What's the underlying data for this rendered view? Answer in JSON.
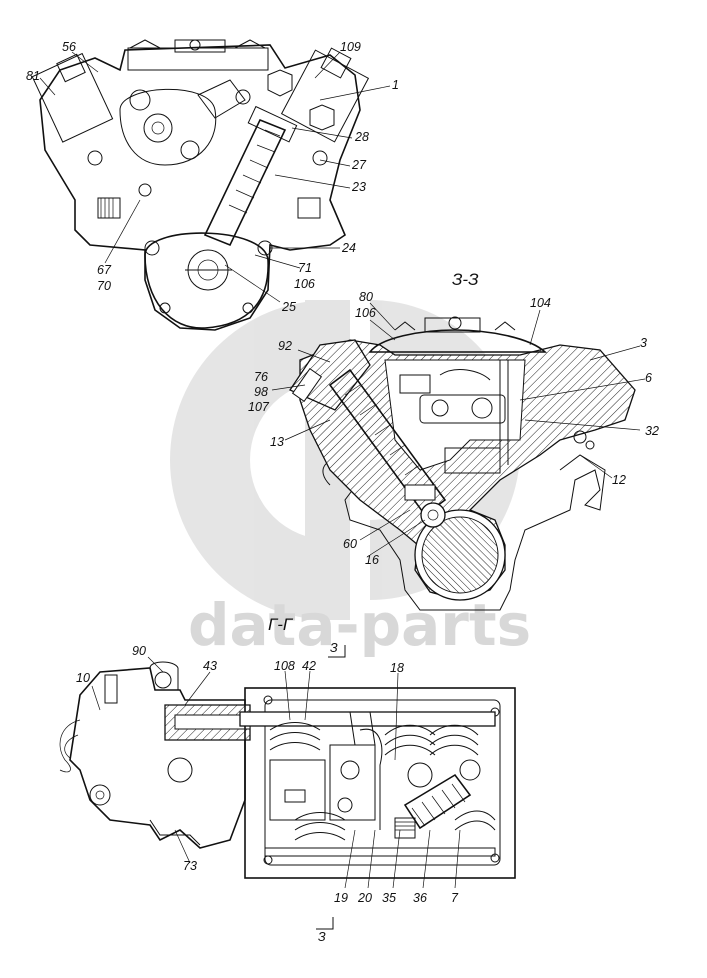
{
  "watermark": {
    "text": "data-parts",
    "color": "#d6d6d6"
  },
  "sections": {
    "z": "З-З",
    "g": "Г-Г",
    "cut_top": "З",
    "cut_bottom": "З"
  },
  "callouts": {
    "c56": "56",
    "c81": "81",
    "c109": "109",
    "c1": "1",
    "c28": "28",
    "c27": "27",
    "c23": "23",
    "c24": "24",
    "c71": "71",
    "c106a": "106",
    "c25": "25",
    "c67": "67",
    "c70": "70",
    "c80": "80",
    "c106b": "106",
    "c104": "104",
    "c3": "3",
    "c92": "92",
    "c6": "6",
    "c76": "76",
    "c98": "98",
    "c107": "107",
    "c32": "32",
    "c13": "13",
    "c12": "12",
    "c60": "60",
    "c16": "16",
    "c90": "90",
    "c43": "43",
    "c10": "10",
    "c108": "108",
    "c42": "42",
    "c18": "18",
    "c73": "73",
    "c19": "19",
    "c20": "20",
    "c35": "35",
    "c36": "36",
    "c7": "7"
  }
}
